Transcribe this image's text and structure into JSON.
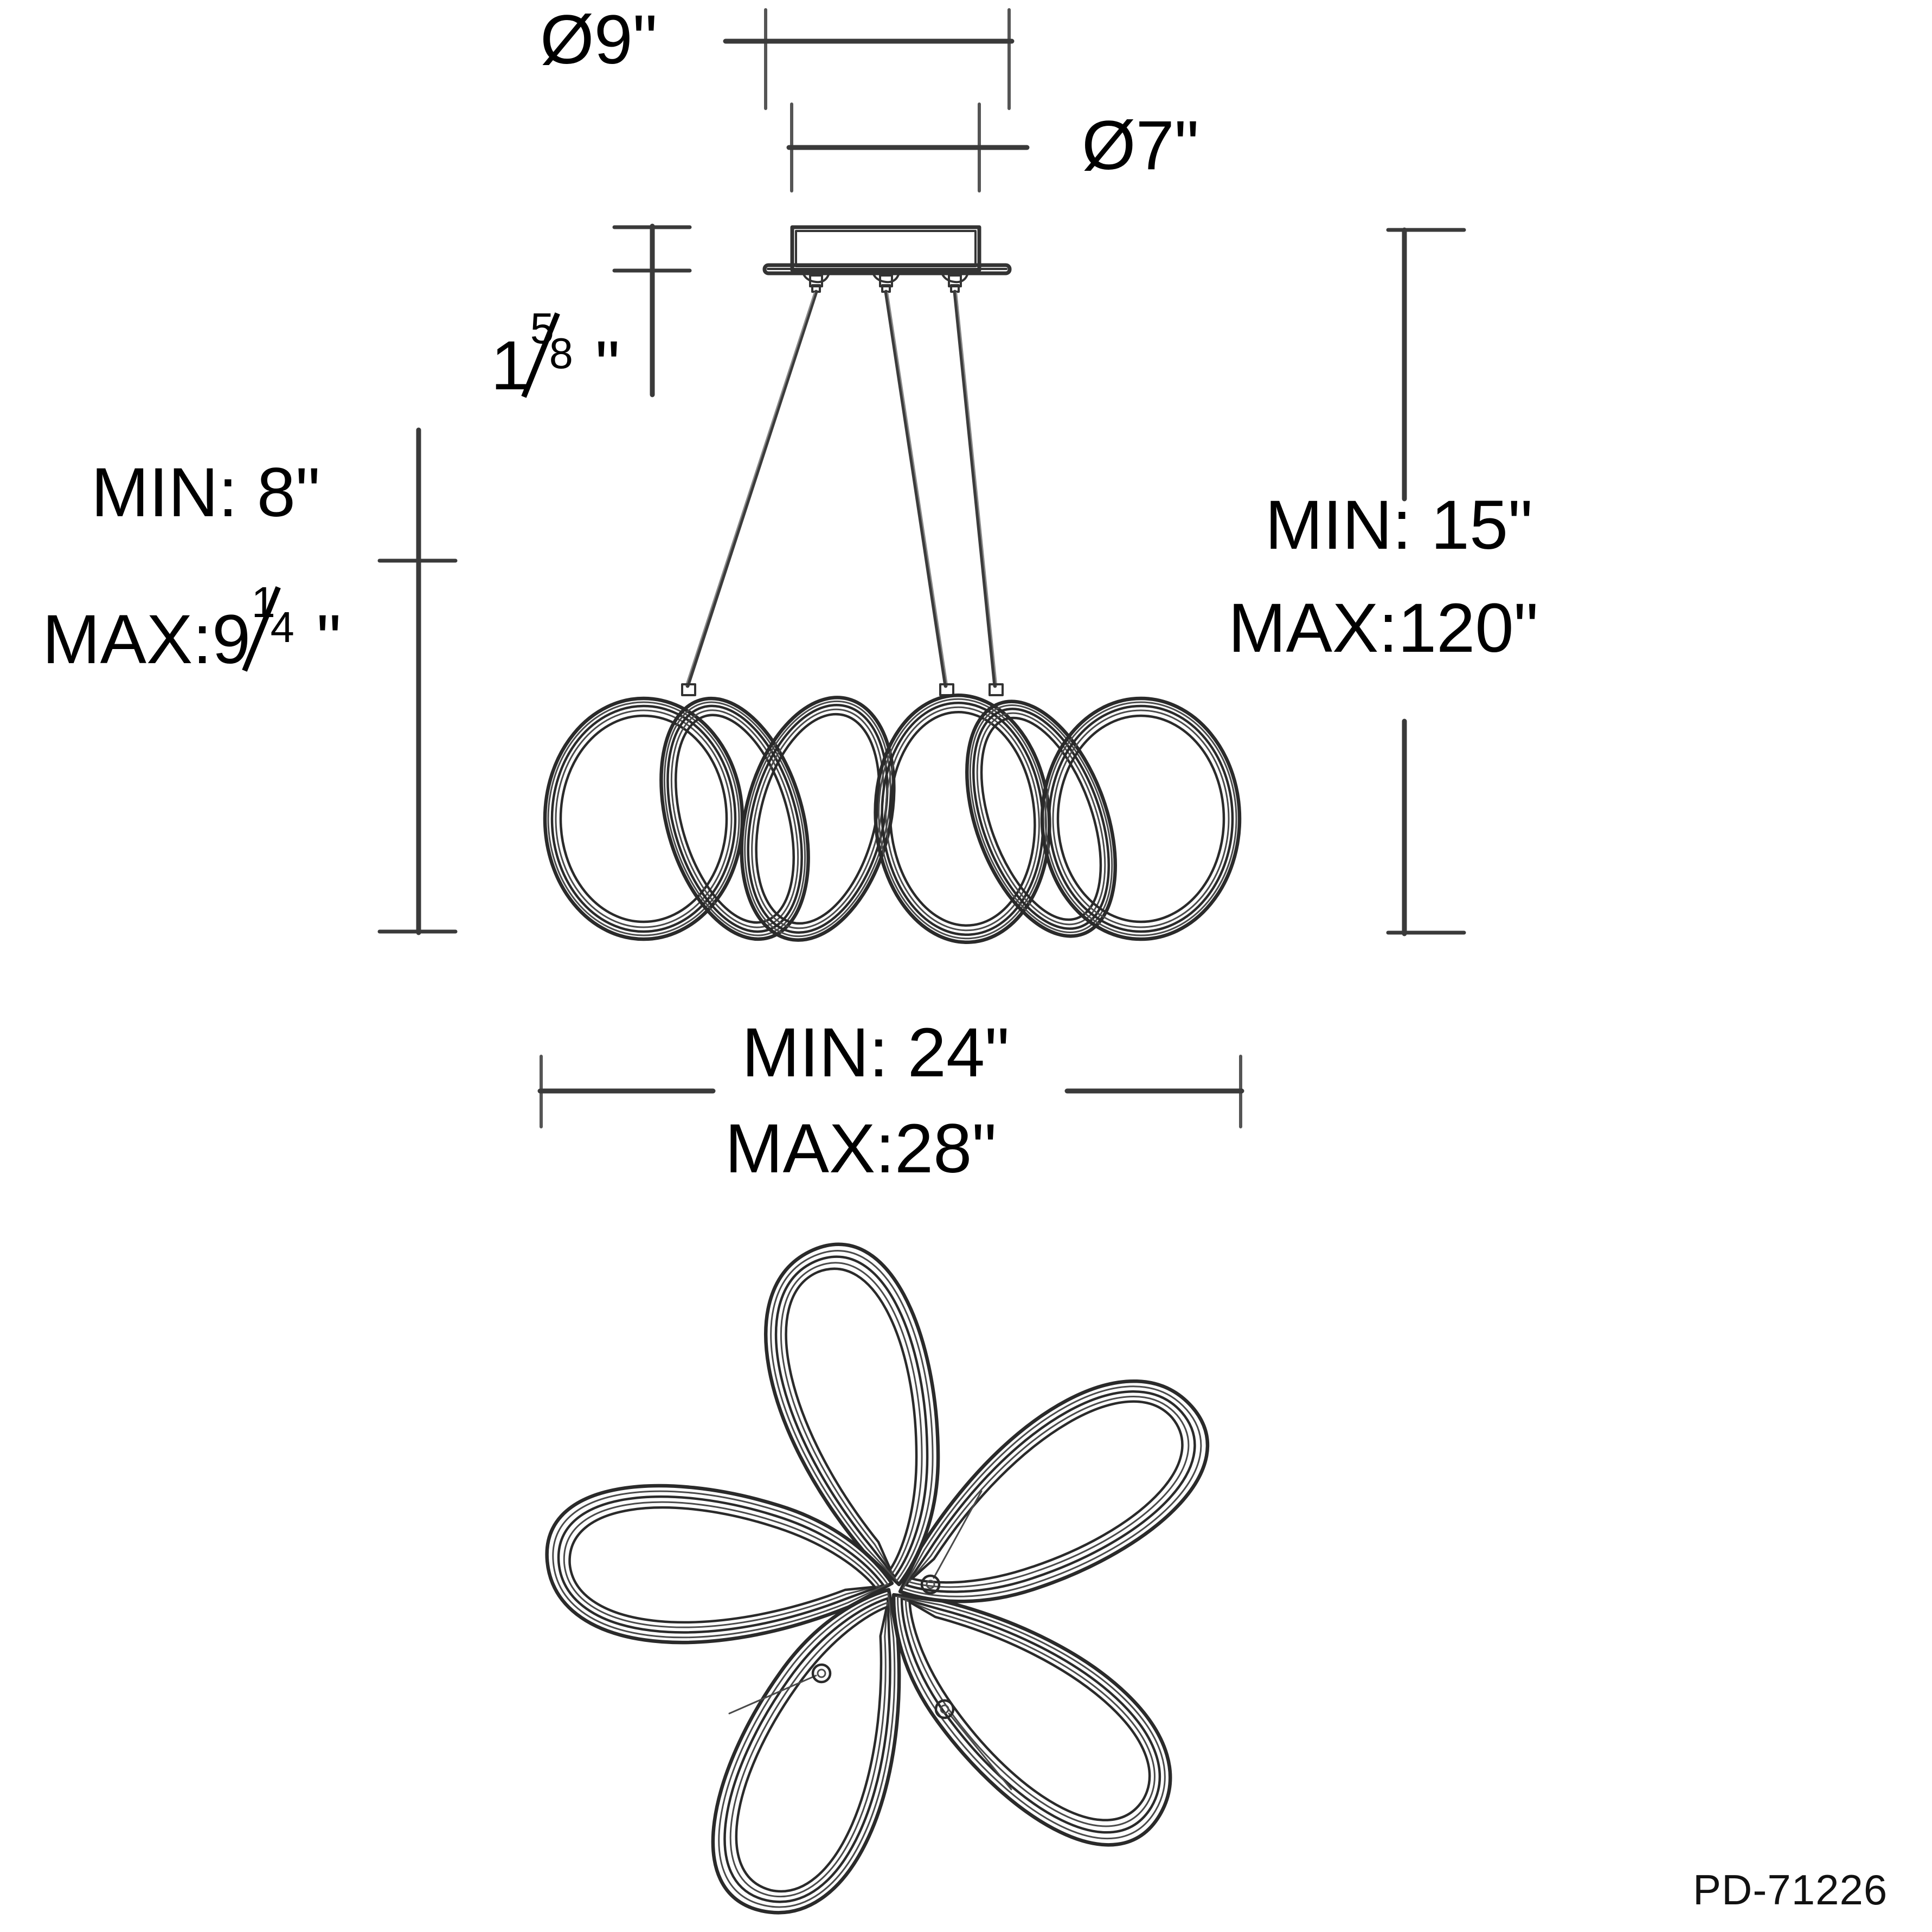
{
  "drawing": {
    "title": "Pendant Light Dimensional Drawing",
    "part_number": "PD-71226",
    "line_color": "#3a3a3a",
    "text_color": "#000000",
    "background": "#ffffff"
  },
  "dimensions": {
    "canopy_outer_diameter": "Ø9\"",
    "canopy_inner_diameter": "Ø7\"",
    "canopy_height_whole": "1",
    "canopy_height_numerator": "5",
    "canopy_height_denominator": "8",
    "canopy_height_unit": "\"",
    "fixture_height_min": "MIN: 8\"",
    "fixture_height_max_prefix": "MAX:9",
    "fixture_height_max_numerator": "1",
    "fixture_height_max_denominator": "4",
    "fixture_height_max_unit": "\"",
    "overall_drop_min": "MIN: 15\"",
    "overall_drop_max": "MAX:120\"",
    "fixture_width_min": "MIN: 24\"",
    "fixture_width_max": "MAX:28\""
  },
  "views": {
    "elevation_label": "side-elevation-view",
    "plan_label": "bottom-plan-view",
    "canopy_label": "ceiling-canopy",
    "cable_count": 3,
    "ring_count": 5,
    "petal_count": 5
  }
}
